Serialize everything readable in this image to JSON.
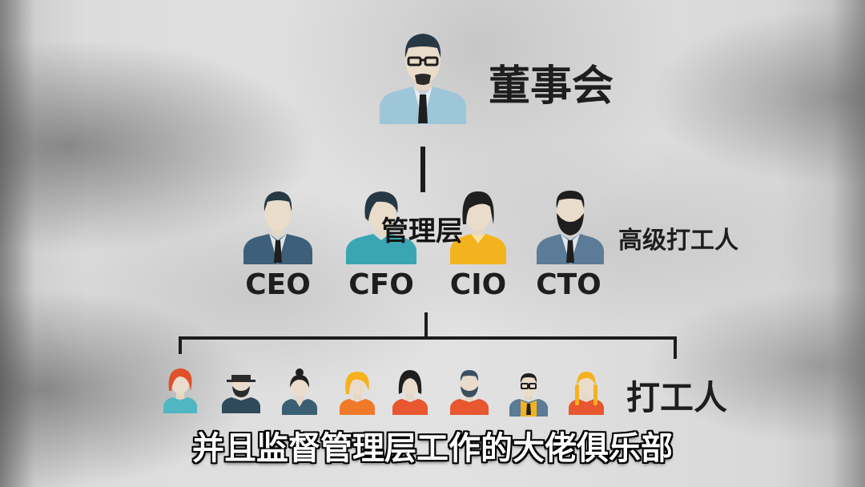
{
  "diagram": {
    "top": {
      "label": "董事会",
      "icon": "businessman-glasses-icon"
    },
    "middle": {
      "overlay_label": "管理层",
      "side_label": "高级打工人",
      "roles": [
        {
          "label": "CEO",
          "icon": "executive-man-icon",
          "shirt": "#3d5f7a"
        },
        {
          "label": "CFO",
          "icon": "executive-woman-icon",
          "shirt": "#3aa6b3"
        },
        {
          "label": "CIO",
          "icon": "executive-woman-icon",
          "shirt": "#f2b31e"
        },
        {
          "label": "CTO",
          "icon": "executive-bearded-man-icon",
          "shirt": "#5b7b96"
        }
      ]
    },
    "bottom": {
      "label": "打工人",
      "workers": [
        {
          "icon": "worker-redhead-woman-icon",
          "shirt": "#4fb6c2"
        },
        {
          "icon": "worker-hat-bearded-man-icon",
          "shirt": "#2e4a5b"
        },
        {
          "icon": "worker-bun-woman-icon",
          "shirt": "#3a5f73"
        },
        {
          "icon": "worker-blonde-woman-icon",
          "shirt": "#f07a2a"
        },
        {
          "icon": "worker-bob-woman-icon",
          "shirt": "#e8572f"
        },
        {
          "icon": "worker-bearded-man-icon",
          "shirt": "#e8572f"
        },
        {
          "icon": "worker-glasses-man-icon",
          "shirt": "#f2b31e"
        },
        {
          "icon": "worker-braids-woman-icon",
          "shirt": "#e8572f"
        }
      ]
    }
  },
  "subtitle": "并且监督管理层工作的大佬俱乐部"
}
